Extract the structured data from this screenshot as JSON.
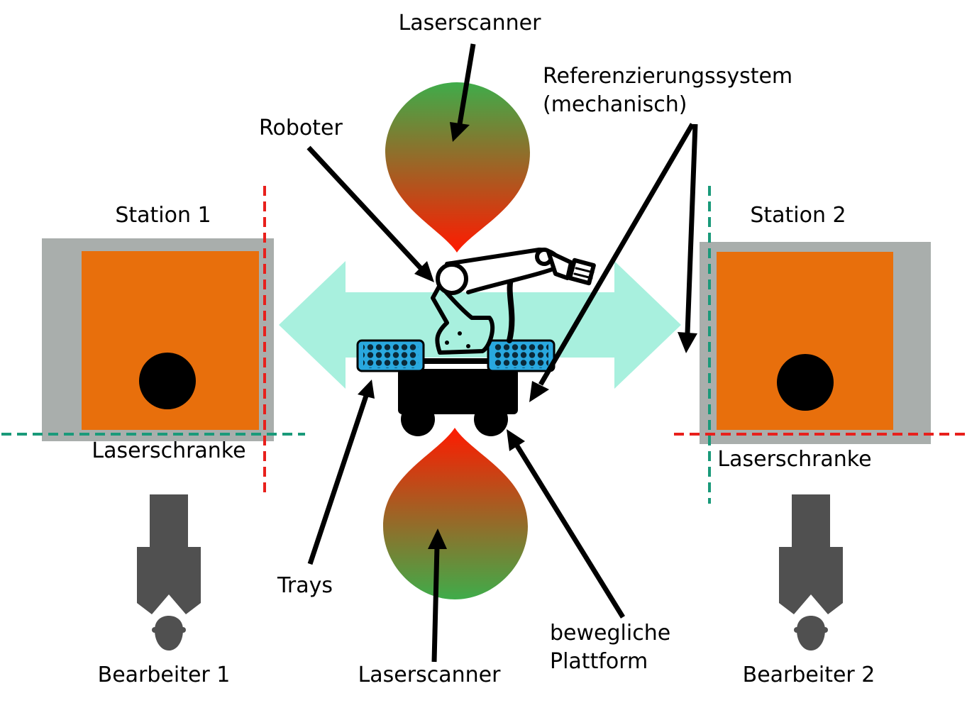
{
  "labels": {
    "laserscanner_top": "Laserscanner",
    "laserscanner_bottom": "Laserscanner",
    "referenzierung_line1": "Referenzierungssystem",
    "referenzierung_line2": "(mechanisch)",
    "roboter": "Roboter",
    "station1": "Station 1",
    "station2": "Station 2",
    "laserschranke_left": "Laserschranke",
    "laserschranke_right": "Laserschranke",
    "trays": "Trays",
    "plattform_line1": "bewegliche",
    "plattform_line2": "Plattform",
    "bearbeiter1": "Bearbeiter 1",
    "bearbeiter2": "Bearbeiter 2"
  },
  "colors": {
    "station_frame": "#a9aeac",
    "station_work": "#e86f0c",
    "scanner_near": "#ff2200",
    "scanner_far": "#3fac4a",
    "motion_arrow": "#a8f0de",
    "tray": "#29a8df",
    "barrier_red": "#e8201c",
    "barrier_green": "#1a9a7a",
    "worker": "#505050"
  }
}
